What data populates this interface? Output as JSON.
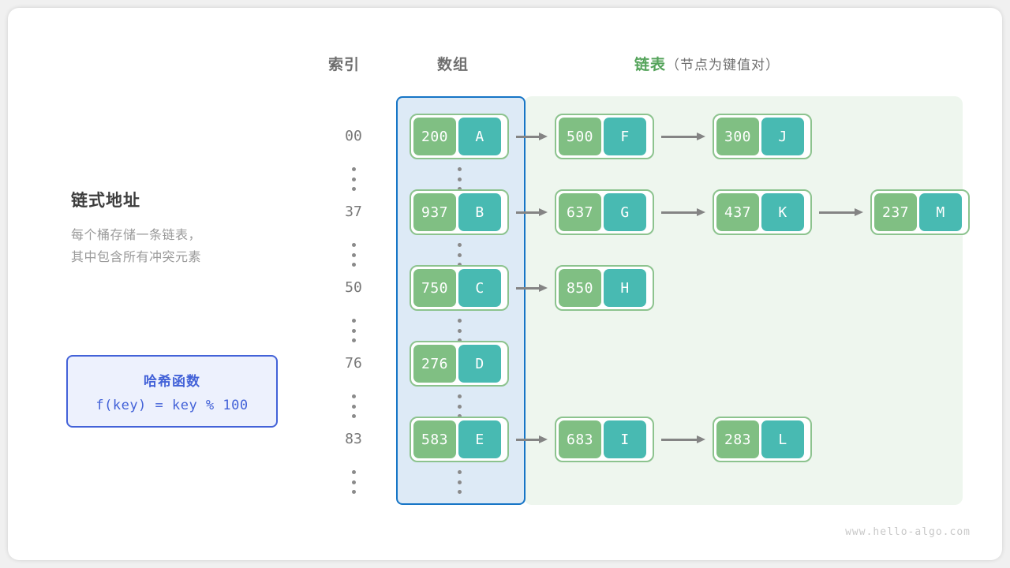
{
  "watermark": "www.hello-algo.com",
  "headers": {
    "index": "索引",
    "array": "数组",
    "list_main": "链表",
    "list_sub": "（节点为键值对）"
  },
  "panel": {
    "title": "链式地址",
    "desc_line1": "每个桶存储一条链表，",
    "desc_line2": "其中包含所有冲突元素"
  },
  "hash": {
    "title": "哈希函数",
    "formula": "f(key) = key % 100"
  },
  "colors": {
    "key_box": "#80bf83",
    "value_box": "#48bab2",
    "node_border": "#8cc38e",
    "array_region_bg": "#ddeaf6",
    "array_region_border": "#1675c6",
    "list_region_bg": "#eef6ee",
    "accent_green": "#54a35a",
    "accent_blue": "#4362d8",
    "arrow": "#848484"
  },
  "rows": [
    {
      "index": "00",
      "bucket": {
        "key": "200",
        "value": "A"
      },
      "chain": [
        {
          "key": "500",
          "value": "F"
        },
        {
          "key": "300",
          "value": "J"
        }
      ]
    },
    {
      "index": "37",
      "bucket": {
        "key": "937",
        "value": "B"
      },
      "chain": [
        {
          "key": "637",
          "value": "G"
        },
        {
          "key": "437",
          "value": "K"
        },
        {
          "key": "237",
          "value": "M"
        }
      ]
    },
    {
      "index": "50",
      "bucket": {
        "key": "750",
        "value": "C"
      },
      "chain": [
        {
          "key": "850",
          "value": "H"
        }
      ]
    },
    {
      "index": "76",
      "bucket": {
        "key": "276",
        "value": "D"
      },
      "chain": []
    },
    {
      "index": "83",
      "bucket": {
        "key": "583",
        "value": "E"
      },
      "chain": [
        {
          "key": "683",
          "value": "I"
        },
        {
          "key": "283",
          "value": "L"
        }
      ]
    }
  ]
}
